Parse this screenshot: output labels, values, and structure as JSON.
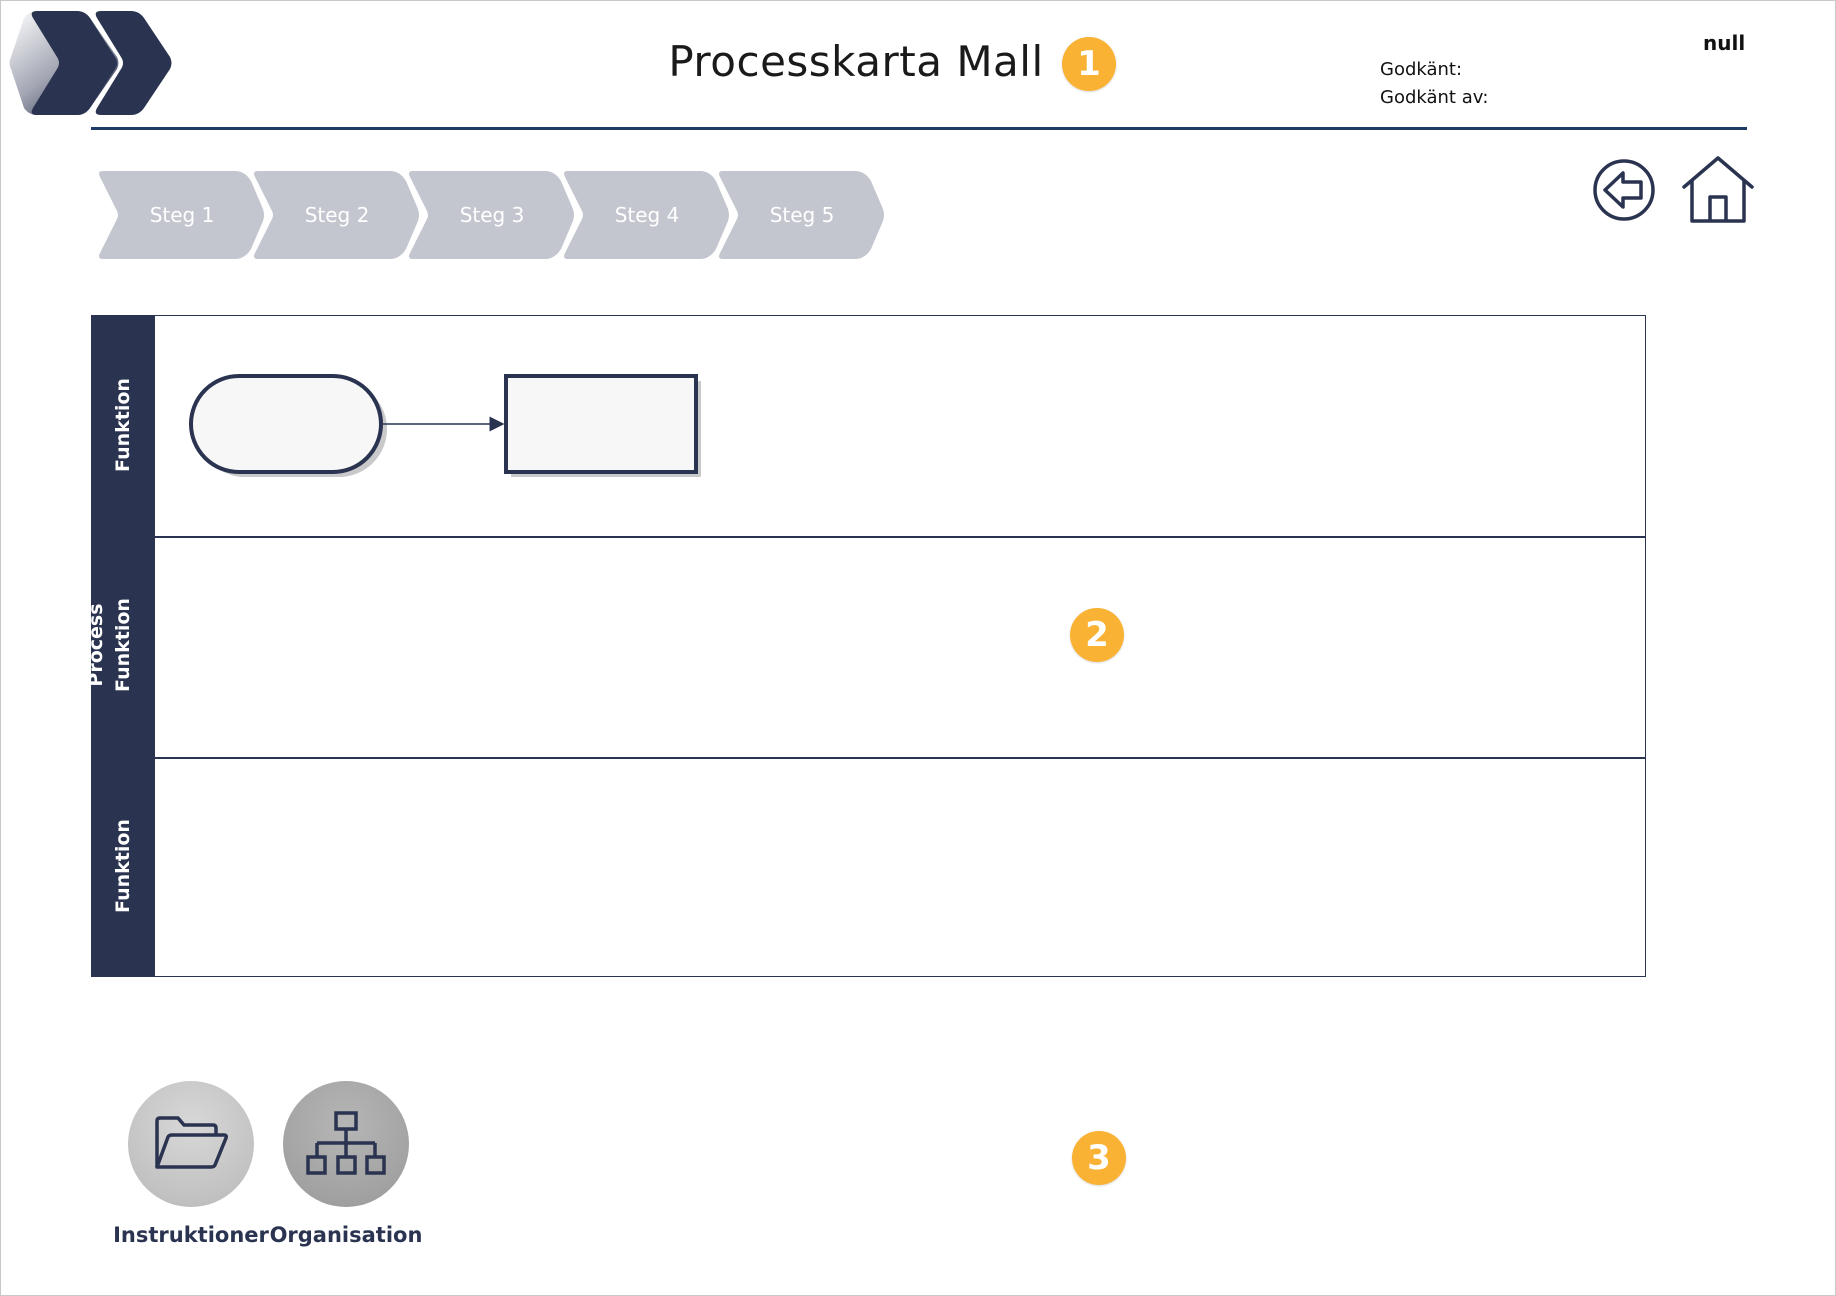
{
  "header": {
    "title": "Processkarta Mall",
    "approved_label": "Godkänt:",
    "approved_by_label": "Godkänt av:",
    "status_text": "null",
    "badge": "1"
  },
  "steps": [
    {
      "label": "Steg 1"
    },
    {
      "label": "Steg 2"
    },
    {
      "label": "Steg 3"
    },
    {
      "label": "Steg 4"
    },
    {
      "label": "Steg 5"
    }
  ],
  "lanes": [
    {
      "label": "Funktion"
    },
    {
      "label_line1": "Process",
      "label_line2": "Funktion"
    },
    {
      "label": "Funktion"
    }
  ],
  "diagram": {
    "badge": "2",
    "shapes": [
      "terminator",
      "process"
    ],
    "connector": "arrow"
  },
  "footer": {
    "badge": "3",
    "instructions_label": "Instruktioner",
    "organisation_label": "Organisation"
  },
  "icons": {
    "logo": "double-chevron-logo-icon",
    "back": "back-arrow-icon",
    "home": "home-icon",
    "folder": "folder-open-icon",
    "org": "org-chart-icon"
  },
  "colors": {
    "navy": "#2a3350",
    "accent_line": "#1f3a64",
    "badge": "#f9b233",
    "step_fill": "#c3c6cf",
    "shape_fill": "#f7f7f7"
  }
}
